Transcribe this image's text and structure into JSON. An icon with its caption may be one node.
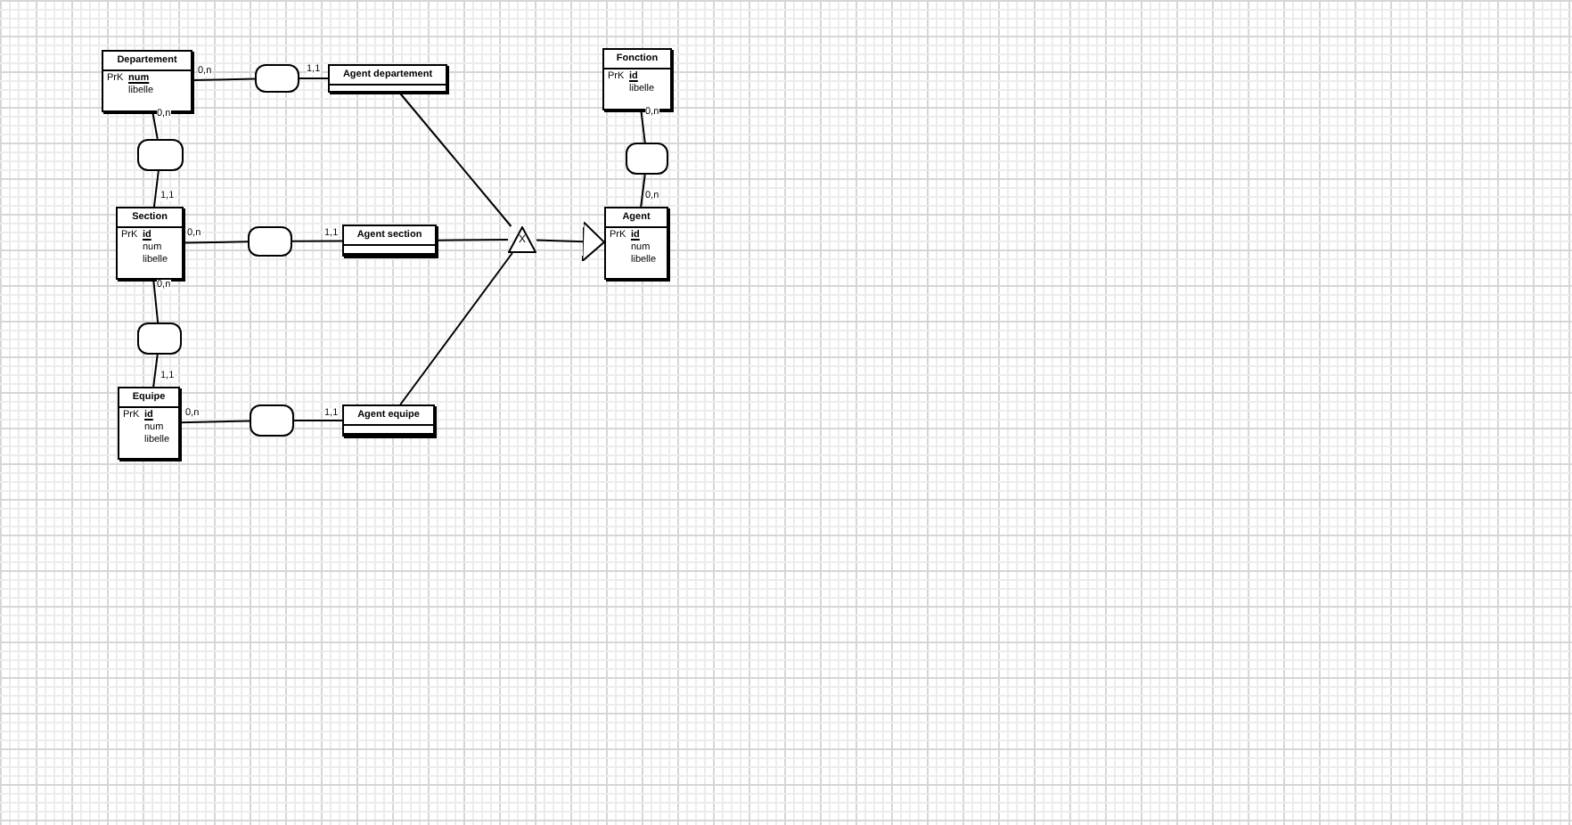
{
  "diagram": {
    "nodes": [
      {
        "text": [
          "Departement",
          "PrK",
          "num",
          "libelle"
        ]
      },
      {
        "text": [],
        "shape": "box"
      },
      {
        "text": [
          "Agent departement"
        ]
      },
      {
        "text": [],
        "shape": "box"
      },
      {
        "text": [
          "Section",
          "PrK",
          "id",
          "num",
          "libelle"
        ]
      },
      {
        "text": [],
        "shape": "box"
      },
      {
        "text": [
          "Agent section"
        ]
      },
      {
        "text": [],
        "shape": "box"
      },
      {
        "text": [
          "Equipe",
          "PrK",
          "id",
          "num",
          "libelle"
        ]
      },
      {
        "text": [],
        "shape": "box"
      },
      {
        "text": [
          "Agent equipe"
        ]
      },
      {
        "text": [
          "X"
        ]
      },
      {
        "text": [
          "Fonction",
          "PrK",
          "id",
          "libelle"
        ]
      },
      {
        "text": [],
        "shape": "box"
      },
      {
        "text": [
          "Agent",
          "PrK",
          "id",
          "num",
          "libelle"
        ]
      }
    ],
    "edges": [
      {
        "from": 0,
        "to": 1,
        "arrow": "none",
        "label": "0,n"
      },
      {
        "from": 1,
        "to": 2,
        "arrow": "none",
        "label": "1,1"
      },
      {
        "from": 0,
        "to": 3,
        "arrow": "none",
        "label": "0,n"
      },
      {
        "from": 3,
        "to": 4,
        "arrow": "none",
        "label": "1,1"
      },
      {
        "from": 4,
        "to": 5,
        "arrow": "none",
        "label": "0,n"
      },
      {
        "from": 5,
        "to": 6,
        "arrow": "none",
        "label": "1,1"
      },
      {
        "from": 4,
        "to": 7,
        "arrow": "none",
        "label": "0,n"
      },
      {
        "from": 7,
        "to": 8,
        "arrow": "none",
        "label": "1,1"
      },
      {
        "from": 8,
        "to": 9,
        "arrow": "none",
        "label": "0,n"
      },
      {
        "from": 9,
        "to": 10,
        "arrow": "none",
        "label": "1,1"
      },
      {
        "from": 2,
        "to": 11,
        "arrow": "none"
      },
      {
        "from": 6,
        "to": 11,
        "arrow": "none"
      },
      {
        "from": 10,
        "to": 11,
        "arrow": "none"
      },
      {
        "from": 11,
        "to": 14,
        "arrow": "to"
      },
      {
        "from": 12,
        "to": 13,
        "arrow": "none",
        "label": "0,n"
      },
      {
        "from": 13,
        "to": 14,
        "arrow": "none",
        "label": "0,n"
      }
    ]
  }
}
